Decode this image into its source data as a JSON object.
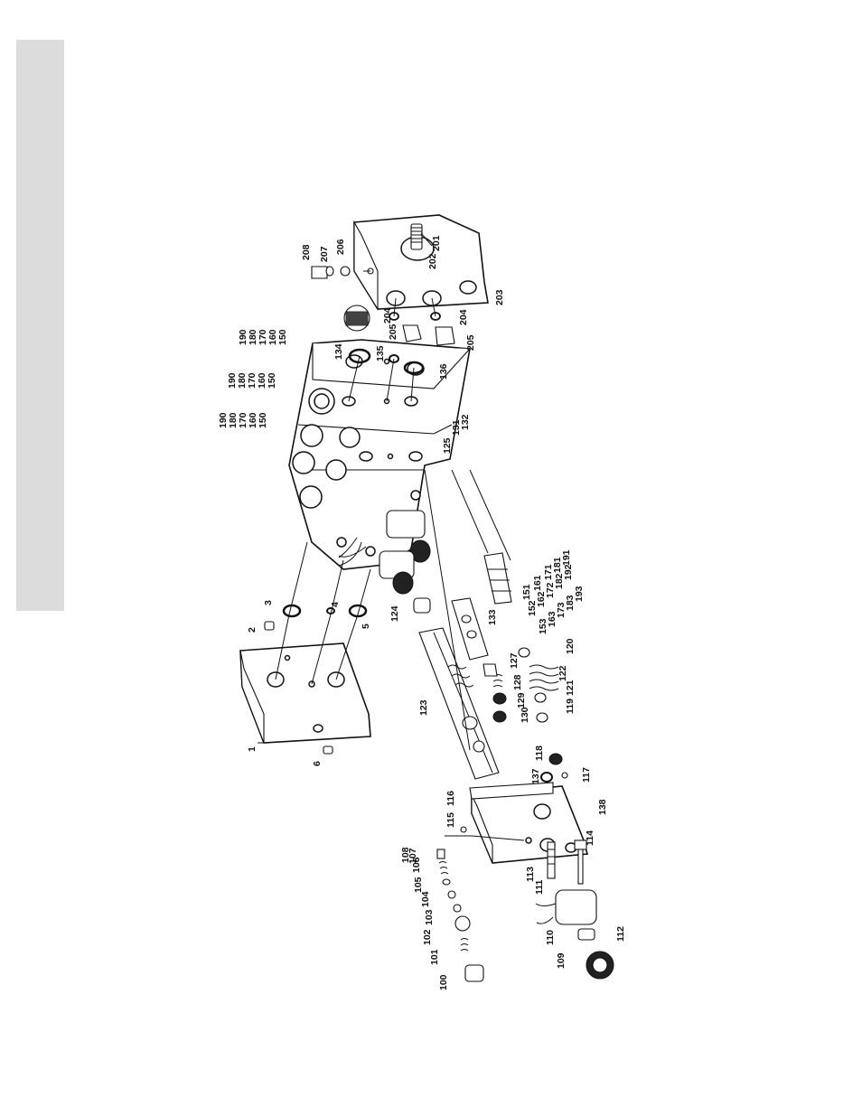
{
  "page": {
    "side_tab_color": "#dcdcdc",
    "ink_color": "#111111"
  },
  "callouts": {
    "c1": "1",
    "c2": "2",
    "c3": "3",
    "c4": "4",
    "c5": "5",
    "c6": "6",
    "c100": "100",
    "c101": "101",
    "c102": "102",
    "c103": "103",
    "c104": "104",
    "c105": "105",
    "c106": "106",
    "c107": "107",
    "c108": "108",
    "c109": "109",
    "c110": "110",
    "c111": "111",
    "c112": "112",
    "c113": "113",
    "c114": "114",
    "c115": "115",
    "c116": "116",
    "c117": "117",
    "c118": "118",
    "c119": "119",
    "c120": "120",
    "c121": "121",
    "c122": "122",
    "c123": "123",
    "c124": "124",
    "c125": "125",
    "c127": "127",
    "c128": "128",
    "c129": "129",
    "c130": "130",
    "c131": "131",
    "c132": "132",
    "c133": "133",
    "c134": "134",
    "c135": "135",
    "c136": "136",
    "c137": "137",
    "c138": "138",
    "c151": "151",
    "c161": "161",
    "c171": "171",
    "c181": "181",
    "c191": "191",
    "c152": "152",
    "c162": "162",
    "c172": "172",
    "c182": "182",
    "c192": "192",
    "c153": "153",
    "c163": "163",
    "c173": "173",
    "c183": "183",
    "c193": "193",
    "c201": "201",
    "c202": "202",
    "c203": "203",
    "c204a": "204",
    "c204b": "204",
    "c205a": "205",
    "c205b": "205",
    "c206": "206",
    "c207": "207",
    "c208": "208",
    "s1_190": "190",
    "s1_180": "180",
    "s1_170": "170",
    "s1_160": "160",
    "s1_150": "150",
    "s2_190": "190",
    "s2_180": "180",
    "s2_170": "170",
    "s2_160": "160",
    "s2_150": "150",
    "s3_190": "190",
    "s3_180": "180",
    "s3_170": "170",
    "s3_160": "160",
    "s3_150": "150"
  }
}
